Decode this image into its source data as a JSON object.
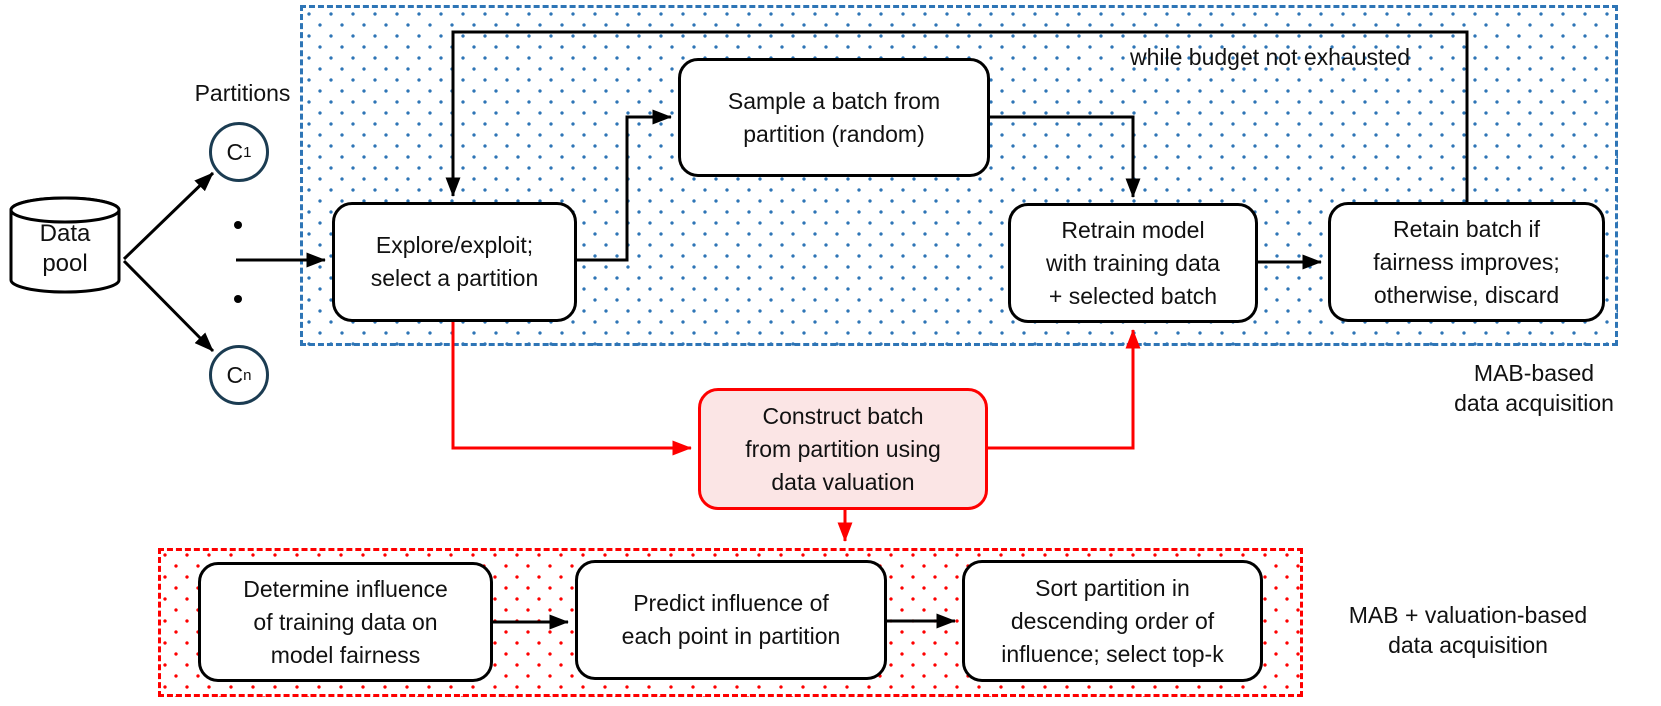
{
  "labels": {
    "partitions": "Partitions",
    "while_budget": "while budget not exhausted",
    "mab_based": "MAB-based\ndata acquisition",
    "mab_valuation": "MAB + valuation-based\ndata acquisition"
  },
  "nodes": {
    "data_pool": "Data\npool",
    "c1": {
      "base": "C",
      "sub": "1"
    },
    "cn": {
      "base": "C",
      "sub": "n"
    },
    "explore": "Explore/exploit;\nselect a partition",
    "sample": "Sample a batch from\npartition (random)",
    "retrain": "Retrain model\nwith training data\n+ selected batch",
    "retain": "Retain batch if\nfairness improves;\notherwise, discard",
    "construct": "Construct batch\nfrom partition using\ndata valuation",
    "determine": "Determine influence\nof training data on\nmodel fairness",
    "predict": "Predict influence of\neach point in partition",
    "sort": "Sort partition in\ndescending order of\ninfluence; select top-k"
  },
  "colors": {
    "blue": "#2e75b6",
    "red": "#fe0000",
    "pink_fill": "#fbe5e5",
    "circle_border": "#1b3c52"
  }
}
